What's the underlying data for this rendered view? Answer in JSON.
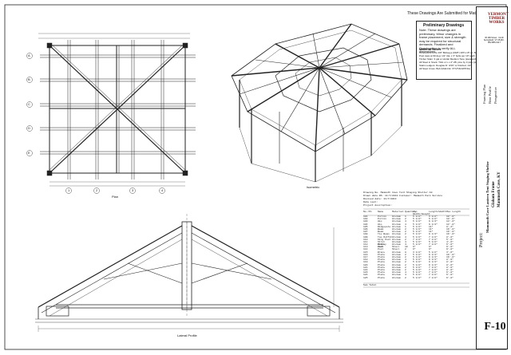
{
  "header": {
    "banner": "These Drawings Are Submitted for Material Order"
  },
  "notes": {
    "title": "Preliminary Drawings",
    "body": "Note: These drawings are preliminary. Minor changes in frame placement, size & strength may be required for structural demands. Finalized and Construction to verify ALL dimensions.",
    "material_title": "Material Notes",
    "material_items": [
      "Connectors to be 3/8\" Birdseye (DMT) 3/8\"x.15\" or .500",
      "Post caps at 90 deg: 1/2\" dia. x 3\" bolts per 10\" each",
      "Timber Stain: 3 gal or similar Medium Tone (standard)",
      "All Steel in Stock: T&G or L x 2\" 2B, pine by 3 pipe (plenty)",
      "Stairs Ledgers: Douglas fir: 3/16\" or finished, 1/2\"",
      "All Steel Cross: Bolt (Multi blk: VT/VT&OWTNG)"
    ]
  },
  "company": {
    "name_line1": "VERMONT",
    "name_line2": "TIMBER",
    "name_line3": "WORKS",
    "address": "36 Mill Street · North Springfield, VT 05150 · 802.886.1917"
  },
  "titleblock": {
    "sheet_titles": [
      "Framing Plan",
      "Bent Profile",
      "Perspective"
    ],
    "project_label": "Project:",
    "project_name": "Mammoth Cave Lantern Tent Staging Shelter",
    "client": "Glaham Frame",
    "location": "Mammoth Cave, KY",
    "sheet_number": "F-10"
  },
  "drawings": {
    "plan_label": "Plan",
    "perspective_label": "Isometric",
    "profile_label": "Lateral Profile",
    "grid_letters": [
      "A",
      "B",
      "C",
      "D",
      "E"
    ],
    "grid_numbers": [
      "1",
      "2",
      "3",
      "4"
    ]
  },
  "schedule": {
    "header_lines": [
      "Drawing No.   Mammoth Cave Tent Staging Shelter-10",
      "Drawn date DS:   11/7/2013      Customer:     Mammoth Park Service",
      "Revised date:    11/7/2013",
      "Date Last:",
      "Project description:"
    ],
    "columns": [
      "No./Pc",
      "Name",
      "Material",
      "Quantity",
      "Lin Width/Height",
      "Length/Width",
      "Max Length"
    ],
    "rows": [
      [
        "101",
        "Purlin",
        "Glulam",
        "1",
        "5 1/2\"",
        "5 1/2\"",
        "10'-0\""
      ],
      [
        "102",
        "Purlin",
        "Glulam",
        "2",
        "5 1/2\"",
        "5 1/2\"",
        "10'-6\""
      ],
      [
        "103",
        "Hip",
        "Glulam",
        "4",
        "5 1/2\"",
        "9 1/4\"",
        "14'-0\""
      ],
      [
        "104",
        "Hip",
        "Glulam",
        "4",
        "5 1/2\"",
        "9 1/4\"",
        "14'-0\""
      ],
      [
        "105",
        "Ridgepole",
        "Glulam",
        "1",
        "5 1/2\"",
        "11\"",
        "8'-2\""
      ],
      [
        "106",
        "Beam",
        "Glulam",
        "2",
        "5 1/2\"",
        "11\"",
        "16'-0\""
      ],
      [
        "107",
        "Beam",
        "Glulam",
        "2",
        "5 1/2\"",
        "11\"",
        "16'-0\""
      ],
      [
        "108",
        "Tie Beam",
        "Glulam",
        "2",
        "5 1/2\"",
        "9 1/4\"",
        "16'-0\""
      ],
      [
        "109",
        "Top Outfit",
        "Glulam",
        "4",
        "5 1/2\"",
        "7 1/2\"",
        "8'-0\""
      ],
      [
        "110",
        "King Post",
        "Glulam",
        "2",
        "7 1/2\"",
        "7 1/2\"",
        "5'-0\""
      ],
      [
        "111",
        "Strut Brace",
        "Glulam",
        "4",
        "5 1/2\"",
        "5 1/2\"",
        "4'-6\""
      ],
      [
        "112",
        "Valley Jack",
        "Glulam",
        "4",
        "5 1/2\"",
        "7 1/2\"",
        "6'-0\""
      ],
      [
        "113",
        "Post",
        "Steel",
        "10",
        "6\"",
        "6\"",
        "9'-0\""
      ],
      [
        "114",
        "Post",
        "Steel",
        "2",
        "6\"",
        "6\"",
        "9'-0\""
      ],
      [
        "115",
        "Brace",
        "Glulam",
        "8",
        "3 1/2\"",
        "5 1/2\"",
        "3'-6\""
      ],
      [
        "116",
        "Plate",
        "Glulam",
        "2",
        "5 1/2\"",
        "9 1/4\"",
        "16'-0\""
      ],
      [
        "117",
        "Plate",
        "Glulam",
        "2",
        "5 1/2\"",
        "9 1/4\"",
        "16'-0\""
      ],
      [
        "118",
        "Plate",
        "Glulam",
        "4",
        "5 1/2\"",
        "9 1/4\"",
        "8'-0\""
      ],
      [
        "119",
        "Plate",
        "Glulam",
        "2",
        "5 1/2\"",
        "9 1/4\"",
        "8'-0\""
      ],
      [
        "120",
        "Plate",
        "Glulam",
        "2",
        "5 1/2\"",
        "9 1/4\"",
        "8'-0\""
      ],
      [
        "121",
        "Plate",
        "Glulam",
        "2",
        "5 1/2\"",
        "7 1/2\"",
        "8'-0\""
      ],
      [
        "122",
        "Plate",
        "Glulam",
        "2",
        "5 1/2\"",
        "7 1/2\"",
        "8'-0\""
      ],
      [
        "123",
        "Plate",
        "Glulam",
        "4",
        "5 1/2\"",
        "7 1/2\"",
        "6'-0\""
      ],
      [
        "124",
        "Plate",
        "Glulam",
        "4",
        "5 1/2\"",
        "7 1/2\"",
        "6'-0\""
      ],
      [
        "125",
        "Plate",
        "Glulam",
        "2",
        "5 1/2\"",
        "7 1/2\"",
        "6'-0\""
      ]
    ],
    "total_label": "Sum Total"
  }
}
